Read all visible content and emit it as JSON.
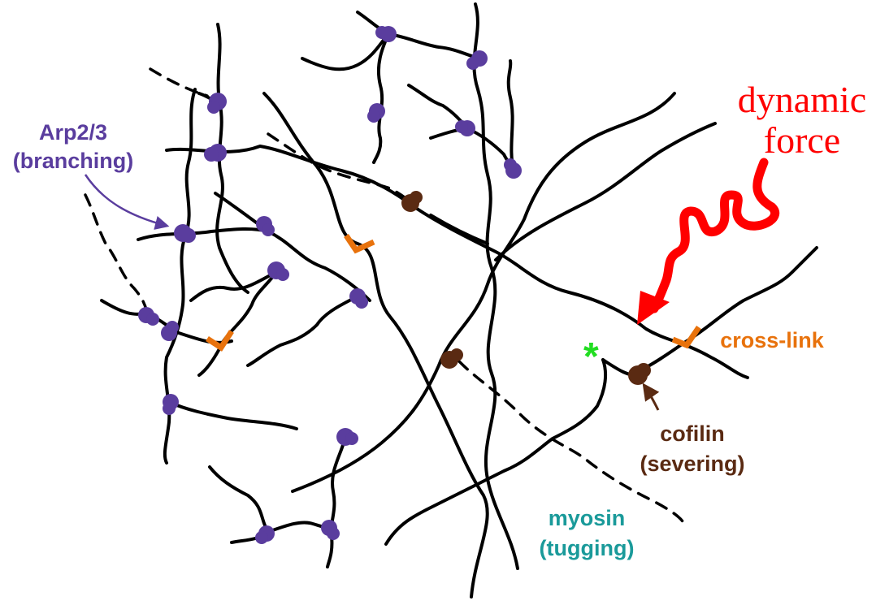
{
  "colors": {
    "filament": "#000000",
    "arp23": "#5a3d9e",
    "cofilin": "#5a2a12",
    "crosslink": "#e8720c",
    "myosin": "#1a9a9a",
    "force": "#ff0000",
    "green_star": "#22dd22"
  },
  "labels": {
    "force_line1": "dynamic",
    "force_line2": "force",
    "arp_line1": "Arp2/3",
    "arp_line2": "(branching)",
    "crosslink": "cross-link",
    "cofilin_line1": "cofilin",
    "cofilin_line2": "(severing)",
    "myosin_line1": "myosin",
    "myosin_line2": "(tugging)",
    "star": "*"
  },
  "icons": {
    "force_arrow": "wavy-arrow-icon",
    "label_arrows": "curved-arrow-icon"
  }
}
